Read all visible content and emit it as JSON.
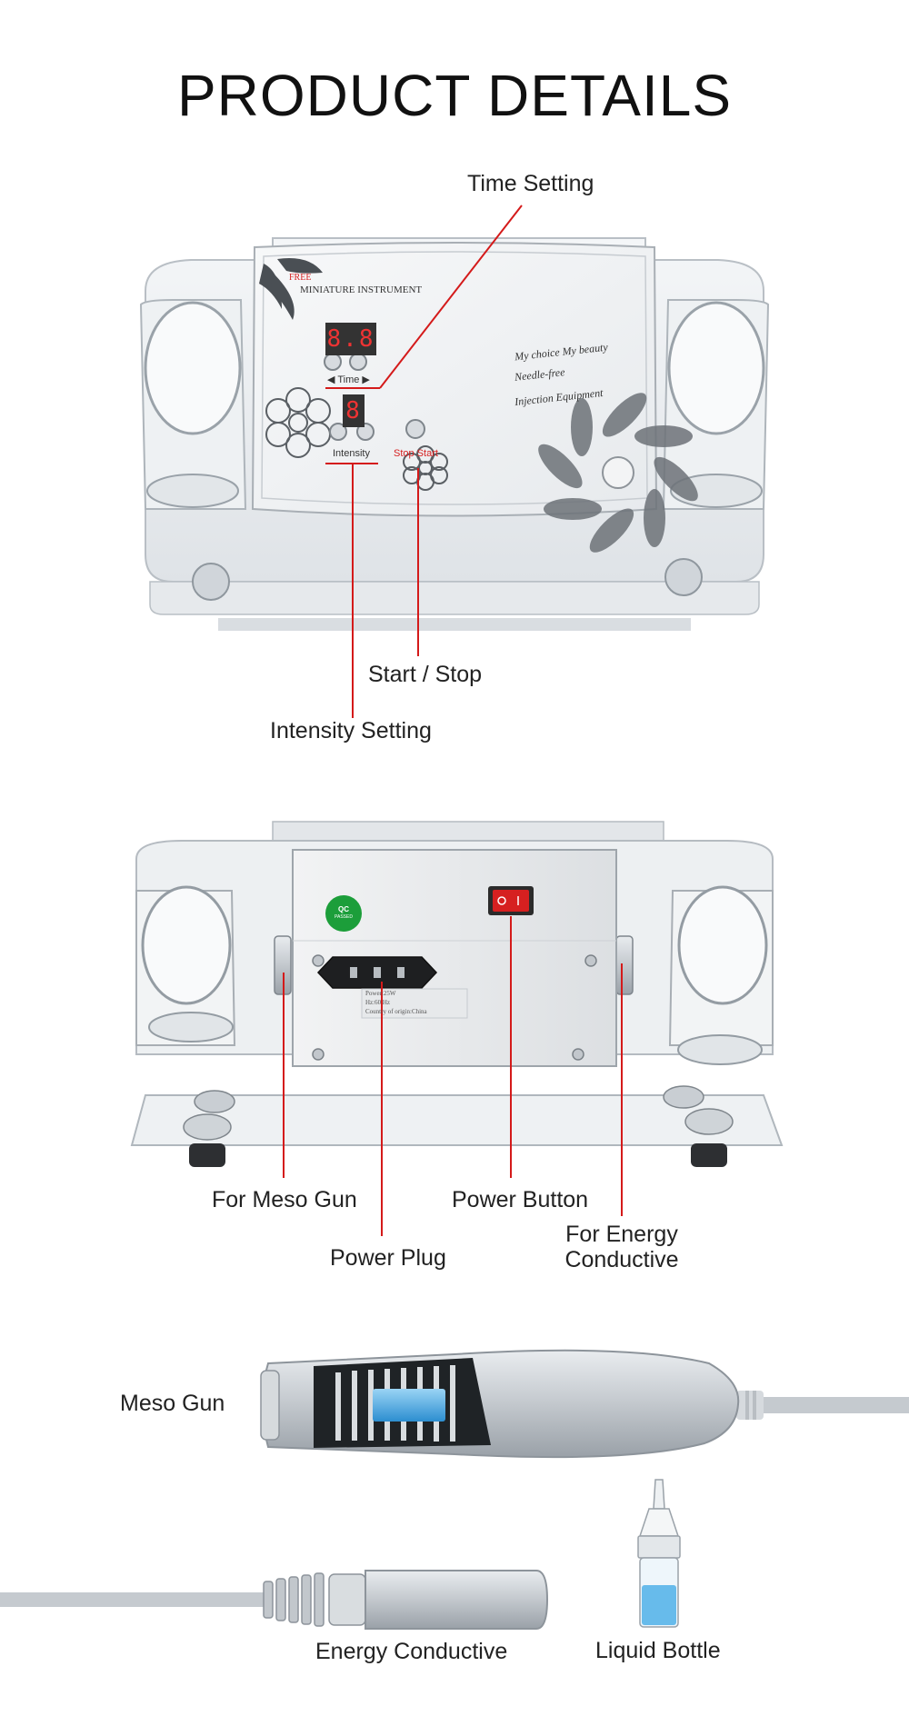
{
  "page": {
    "title": "PRODUCT DETAILS"
  },
  "front_view": {
    "callouts": {
      "time_setting": "Time Setting",
      "start_stop": "Start / Stop",
      "intensity_setting": "Intensity Setting"
    },
    "panel": {
      "brand_line1": "FREE",
      "brand_line2": "MINIATURE INSTRUMENT",
      "time_label": "◀ Time ▶",
      "intensity_label": "Intensity",
      "stop_start_label": "Stop Start",
      "slogan_line1": "My choice My beauty",
      "slogan_line2": "Needle-free",
      "slogan_line3": "Injection Equipment",
      "time_display": "8.8",
      "intensity_display": "8"
    }
  },
  "back_view": {
    "callouts": {
      "for_meso_gun": "For Meso Gun",
      "power_button": "Power Button",
      "power_plug": "Power Plug",
      "for_energy_line1": "For Energy",
      "for_energy_line2": "Conductive"
    },
    "qc_badge_line1": "QC",
    "qc_badge_line2": "PASSED",
    "spec_line1": "Power:25W",
    "spec_line2": "Hz:60 Hz",
    "spec_line3": "Country of origin:China"
  },
  "accessories": {
    "meso_gun": "Meso Gun",
    "energy_conductive": "Energy Conductive",
    "liquid_bottle": "Liquid Bottle"
  },
  "colors": {
    "callout_line": "#d41a1a",
    "accent_red": "#d62020",
    "qc_green": "#1c9e3a",
    "liquid_blue": "#4fb0e8"
  }
}
